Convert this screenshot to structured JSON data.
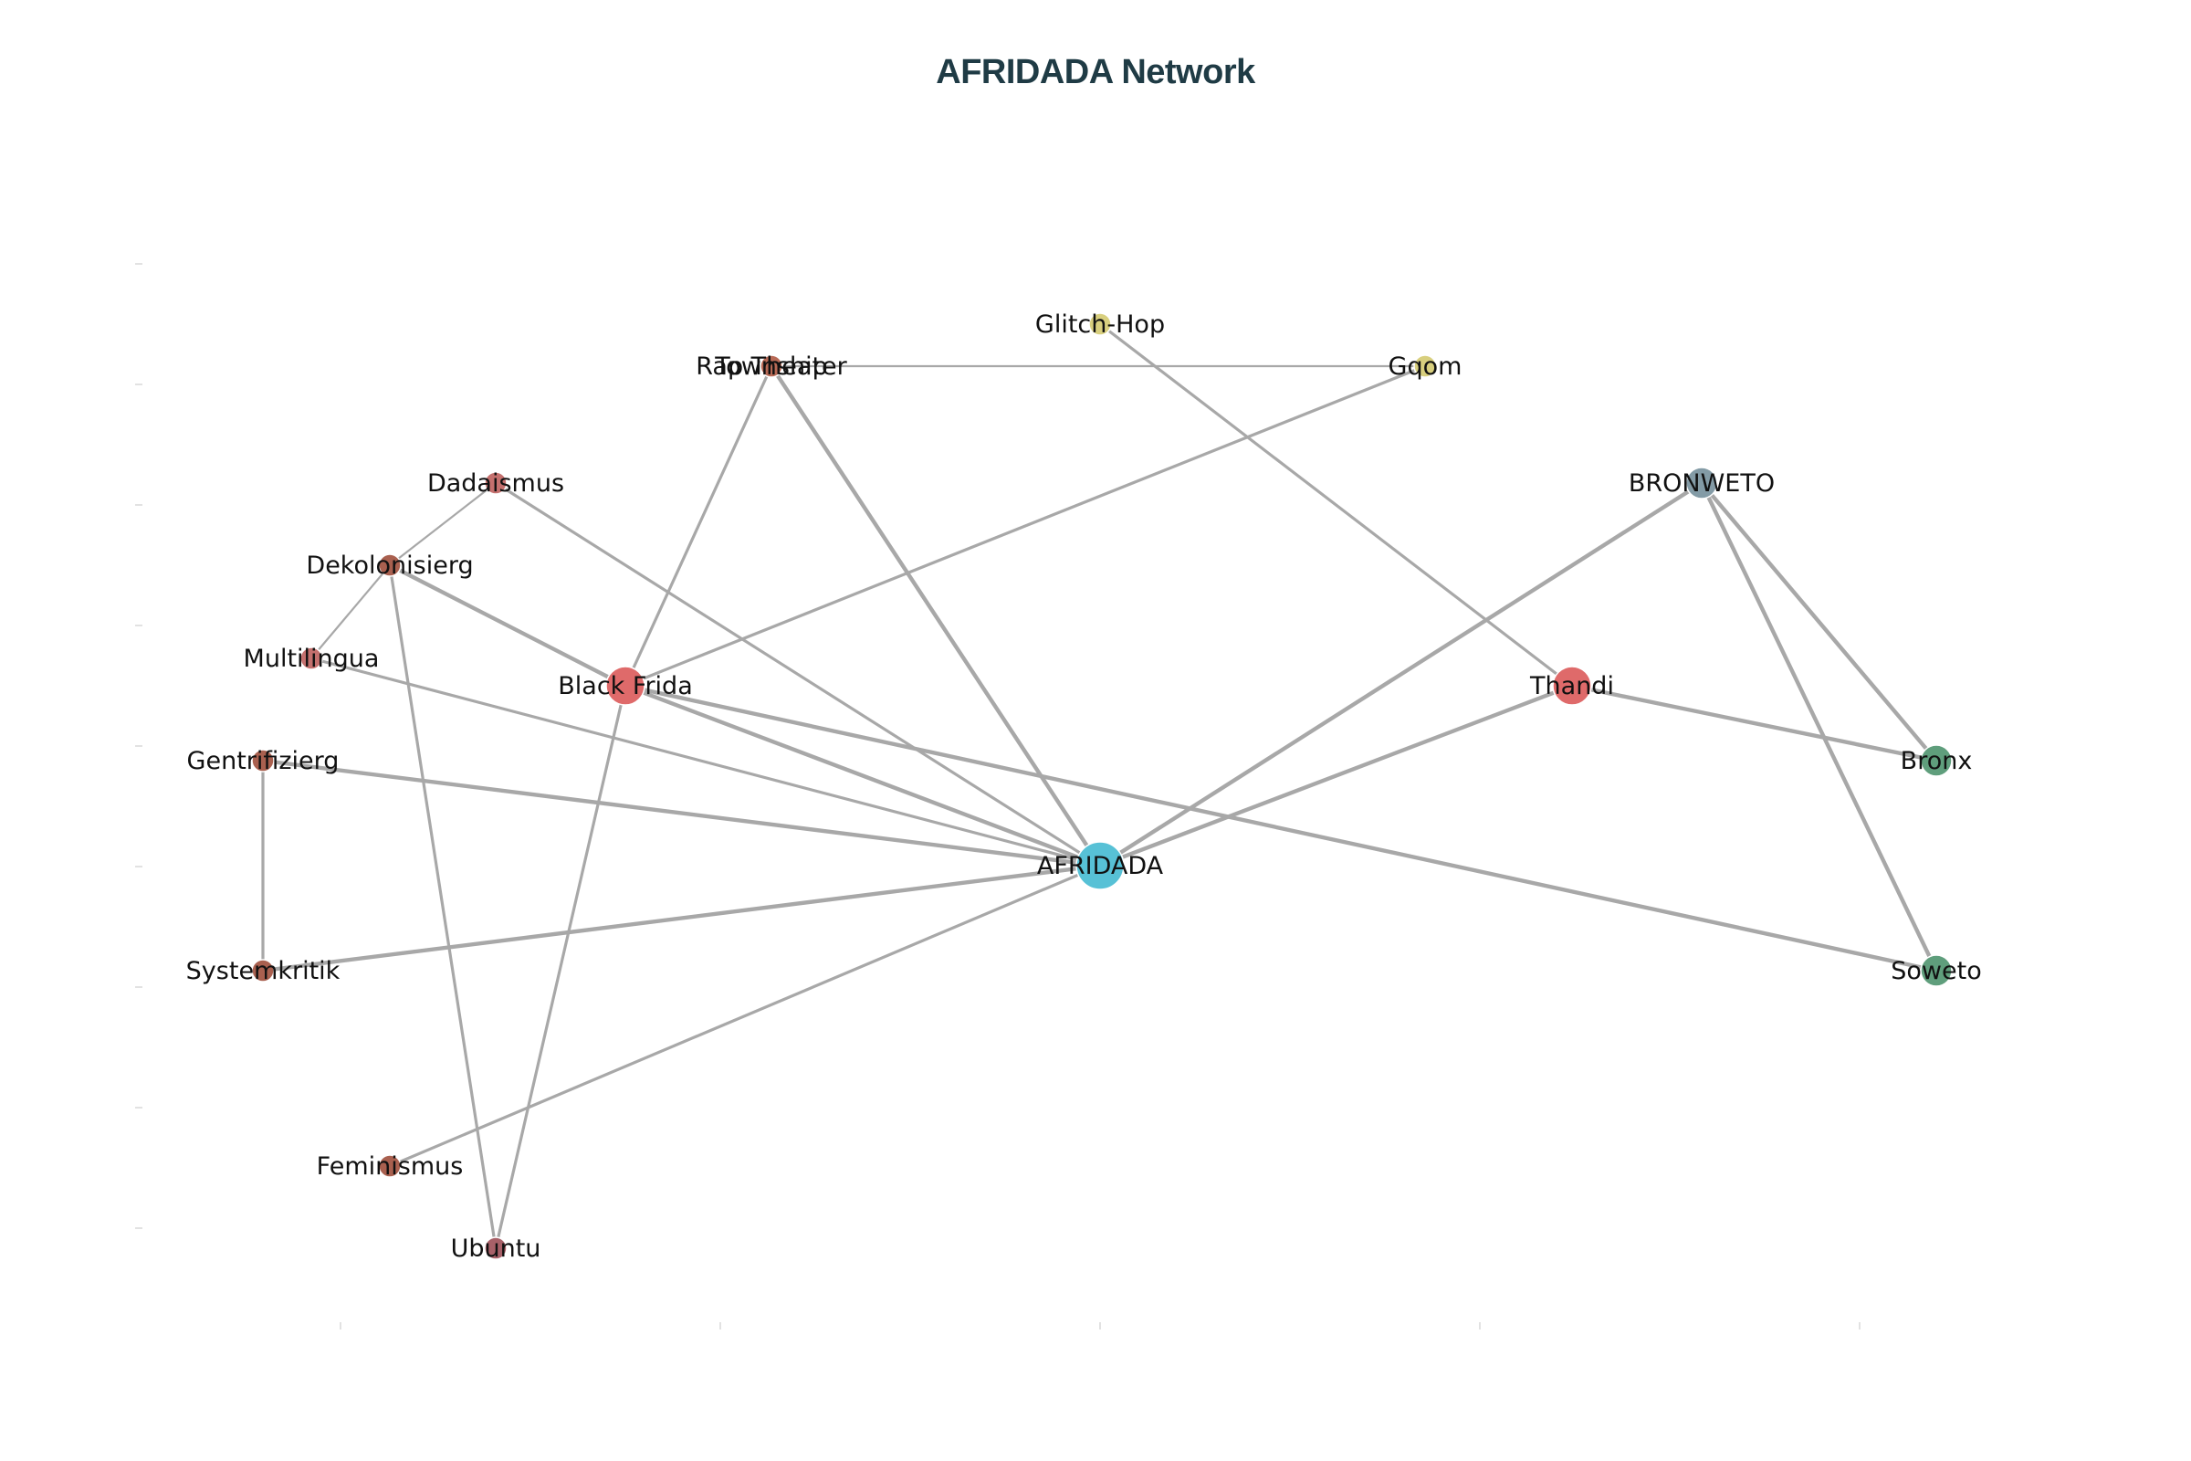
{
  "title": "AFRIDADA Network",
  "colors": {
    "edge": "#a8a8a8",
    "label": "#111111",
    "title": "#1f3b45"
  },
  "nodes": [
    {
      "id": "Glitch-Hop",
      "label": "Glitch-Hop",
      "color": "#d8cf7e",
      "size": "small"
    },
    {
      "id": "Rap Theater",
      "label": "Rap Theater",
      "color": "#b86a56",
      "size": "small"
    },
    {
      "id": "Township",
      "label": "Township",
      "color": "#b86a56",
      "size": "small"
    },
    {
      "id": "Gqom",
      "label": "Gqom",
      "color": "#d8cf7e",
      "size": "small"
    },
    {
      "id": "Dadaismus",
      "label": "Dadaismus",
      "color": "#c4706e",
      "size": "small"
    },
    {
      "id": "BRONWETO",
      "label": "BRONWETO",
      "color": "#839ba6",
      "size": "medium"
    },
    {
      "id": "Dekolonisierg",
      "label": "Dekolonisierg",
      "color": "#a9604f",
      "size": "small"
    },
    {
      "id": "Multilingua",
      "label": "Multilingua",
      "color": "#c4706e",
      "size": "small"
    },
    {
      "id": "Black Frida",
      "label": "Black Frida",
      "color": "#df6a6a",
      "size": "large"
    },
    {
      "id": "Thandi",
      "label": "Thandi",
      "color": "#df6a6a",
      "size": "large"
    },
    {
      "id": "Gentrifizierg",
      "label": "Gentrifizierg",
      "color": "#a9604f",
      "size": "small"
    },
    {
      "id": "Bronx",
      "label": "Bronx",
      "color": "#5f9e7c",
      "size": "medium"
    },
    {
      "id": "AFRIDADA",
      "label": "AFRIDADA",
      "color": "#57c1d6",
      "size": "xlarge"
    },
    {
      "id": "Systemkritik",
      "label": "Systemkritik",
      "color": "#a9604f",
      "size": "small"
    },
    {
      "id": "Soweto",
      "label": "Soweto",
      "color": "#5f9e7c",
      "size": "medium"
    },
    {
      "id": "Feminismus",
      "label": "Feminismus",
      "color": "#a9604f",
      "size": "small"
    },
    {
      "id": "Ubuntu",
      "label": "Ubuntu",
      "color": "#a86068",
      "size": "small"
    }
  ],
  "edges": [
    {
      "source": "AFRIDADA",
      "target": "Township",
      "weight": "heavy"
    },
    {
      "source": "AFRIDADA",
      "target": "Dadaismus",
      "weight": "normal"
    },
    {
      "source": "AFRIDADA",
      "target": "Multilingua",
      "weight": "normal"
    },
    {
      "source": "AFRIDADA",
      "target": "Black Frida",
      "weight": "heavy"
    },
    {
      "source": "AFRIDADA",
      "target": "Gentrifizierg",
      "weight": "heavy"
    },
    {
      "source": "AFRIDADA",
      "target": "Systemkritik",
      "weight": "heavy"
    },
    {
      "source": "AFRIDADA",
      "target": "Feminismus",
      "weight": "normal"
    },
    {
      "source": "AFRIDADA",
      "target": "BRONWETO",
      "weight": "heavy"
    },
    {
      "source": "AFRIDADA",
      "target": "Thandi",
      "weight": "heavy"
    },
    {
      "source": "Black Frida",
      "target": "Township",
      "weight": "normal"
    },
    {
      "source": "Black Frida",
      "target": "Gqom",
      "weight": "normal"
    },
    {
      "source": "Black Frida",
      "target": "Dekolonisierg",
      "weight": "heavy"
    },
    {
      "source": "Black Frida",
      "target": "Ubuntu",
      "weight": "normal"
    },
    {
      "source": "Black Frida",
      "target": "Soweto",
      "weight": "heavy"
    },
    {
      "source": "Rap Theater",
      "target": "Gqom",
      "weight": "light"
    },
    {
      "source": "Glitch-Hop",
      "target": "Thandi",
      "weight": "normal"
    },
    {
      "source": "Dadaismus",
      "target": "Dekolonisierg",
      "weight": "light"
    },
    {
      "source": "Dekolonisierg",
      "target": "Multilingua",
      "weight": "light"
    },
    {
      "source": "Dekolonisierg",
      "target": "Ubuntu",
      "weight": "normal"
    },
    {
      "source": "Gentrifizierg",
      "target": "Systemkritik",
      "weight": "normal"
    },
    {
      "source": "BRONWETO",
      "target": "Bronx",
      "weight": "heavy"
    },
    {
      "source": "BRONWETO",
      "target": "Soweto",
      "weight": "heavy"
    },
    {
      "source": "Thandi",
      "target": "Bronx",
      "weight": "heavy"
    }
  ]
}
